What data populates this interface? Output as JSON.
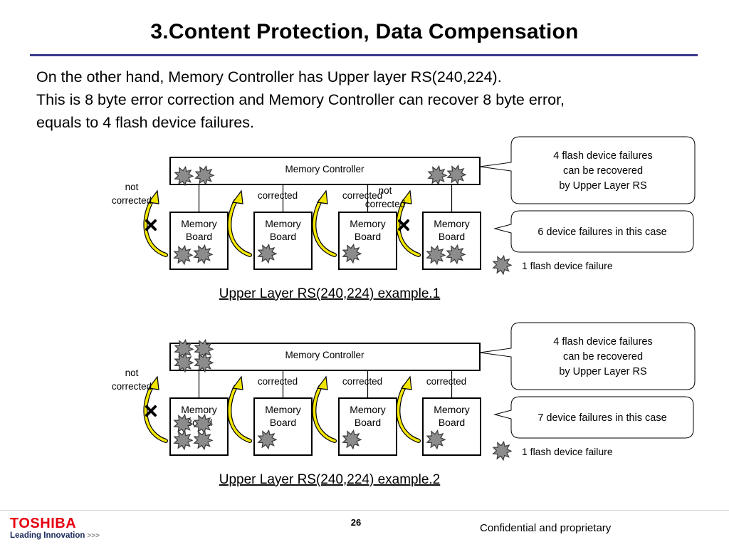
{
  "slide": {
    "title": "3.Content Protection, Data Compensation",
    "body_lines": [
      "On the other hand, Memory Controller has Upper layer RS(240,224).",
      "This is 8 byte error correction and Memory Controller can recover 8 byte error,",
      "equals to 4 flash device failures."
    ]
  },
  "diagram": {
    "controller_label": "Memory Controller",
    "board_label_line1": "Memory",
    "board_label_line2": "Board",
    "corrected_label": "corrected",
    "not_corrected_line1": "not",
    "not_corrected_line2": "corrected",
    "legend_failure_label": "1 flash device failure",
    "callout_recover_lines": [
      "4 flash device failures",
      "can be recovered",
      "by Upper Layer RS"
    ],
    "examples": [
      {
        "caption": "Upper Layer RS(240,224) example.1",
        "case_text": "6 device failures in this case",
        "controller_failures": [
          2,
          2
        ],
        "boards": [
          {
            "failures": 2,
            "corrected": false
          },
          {
            "failures": 1,
            "corrected": true
          },
          {
            "failures": 1,
            "corrected": true
          },
          {
            "failures": 2,
            "corrected": false
          }
        ]
      },
      {
        "caption": "Upper Layer RS(240,224) example.2",
        "case_text": "7 device failures in this case",
        "controller_failures": [
          4,
          0
        ],
        "boards": [
          {
            "failures": 4,
            "corrected": false
          },
          {
            "failures": 1,
            "corrected": true
          },
          {
            "failures": 1,
            "corrected": true
          },
          {
            "failures": 1,
            "corrected": true
          }
        ]
      }
    ]
  },
  "footer": {
    "logo": "TOSHIBA",
    "tagline": "Leading Innovation",
    "tagline_chevrons": ">>>",
    "page_number": "26",
    "confidential": "Confidential and proprietary"
  },
  "colors": {
    "title_rule": "#3a3a8c",
    "arrow_yellow": "#f2e600",
    "star_fill": "#8c8c8c",
    "logo_red": "#e60012"
  }
}
